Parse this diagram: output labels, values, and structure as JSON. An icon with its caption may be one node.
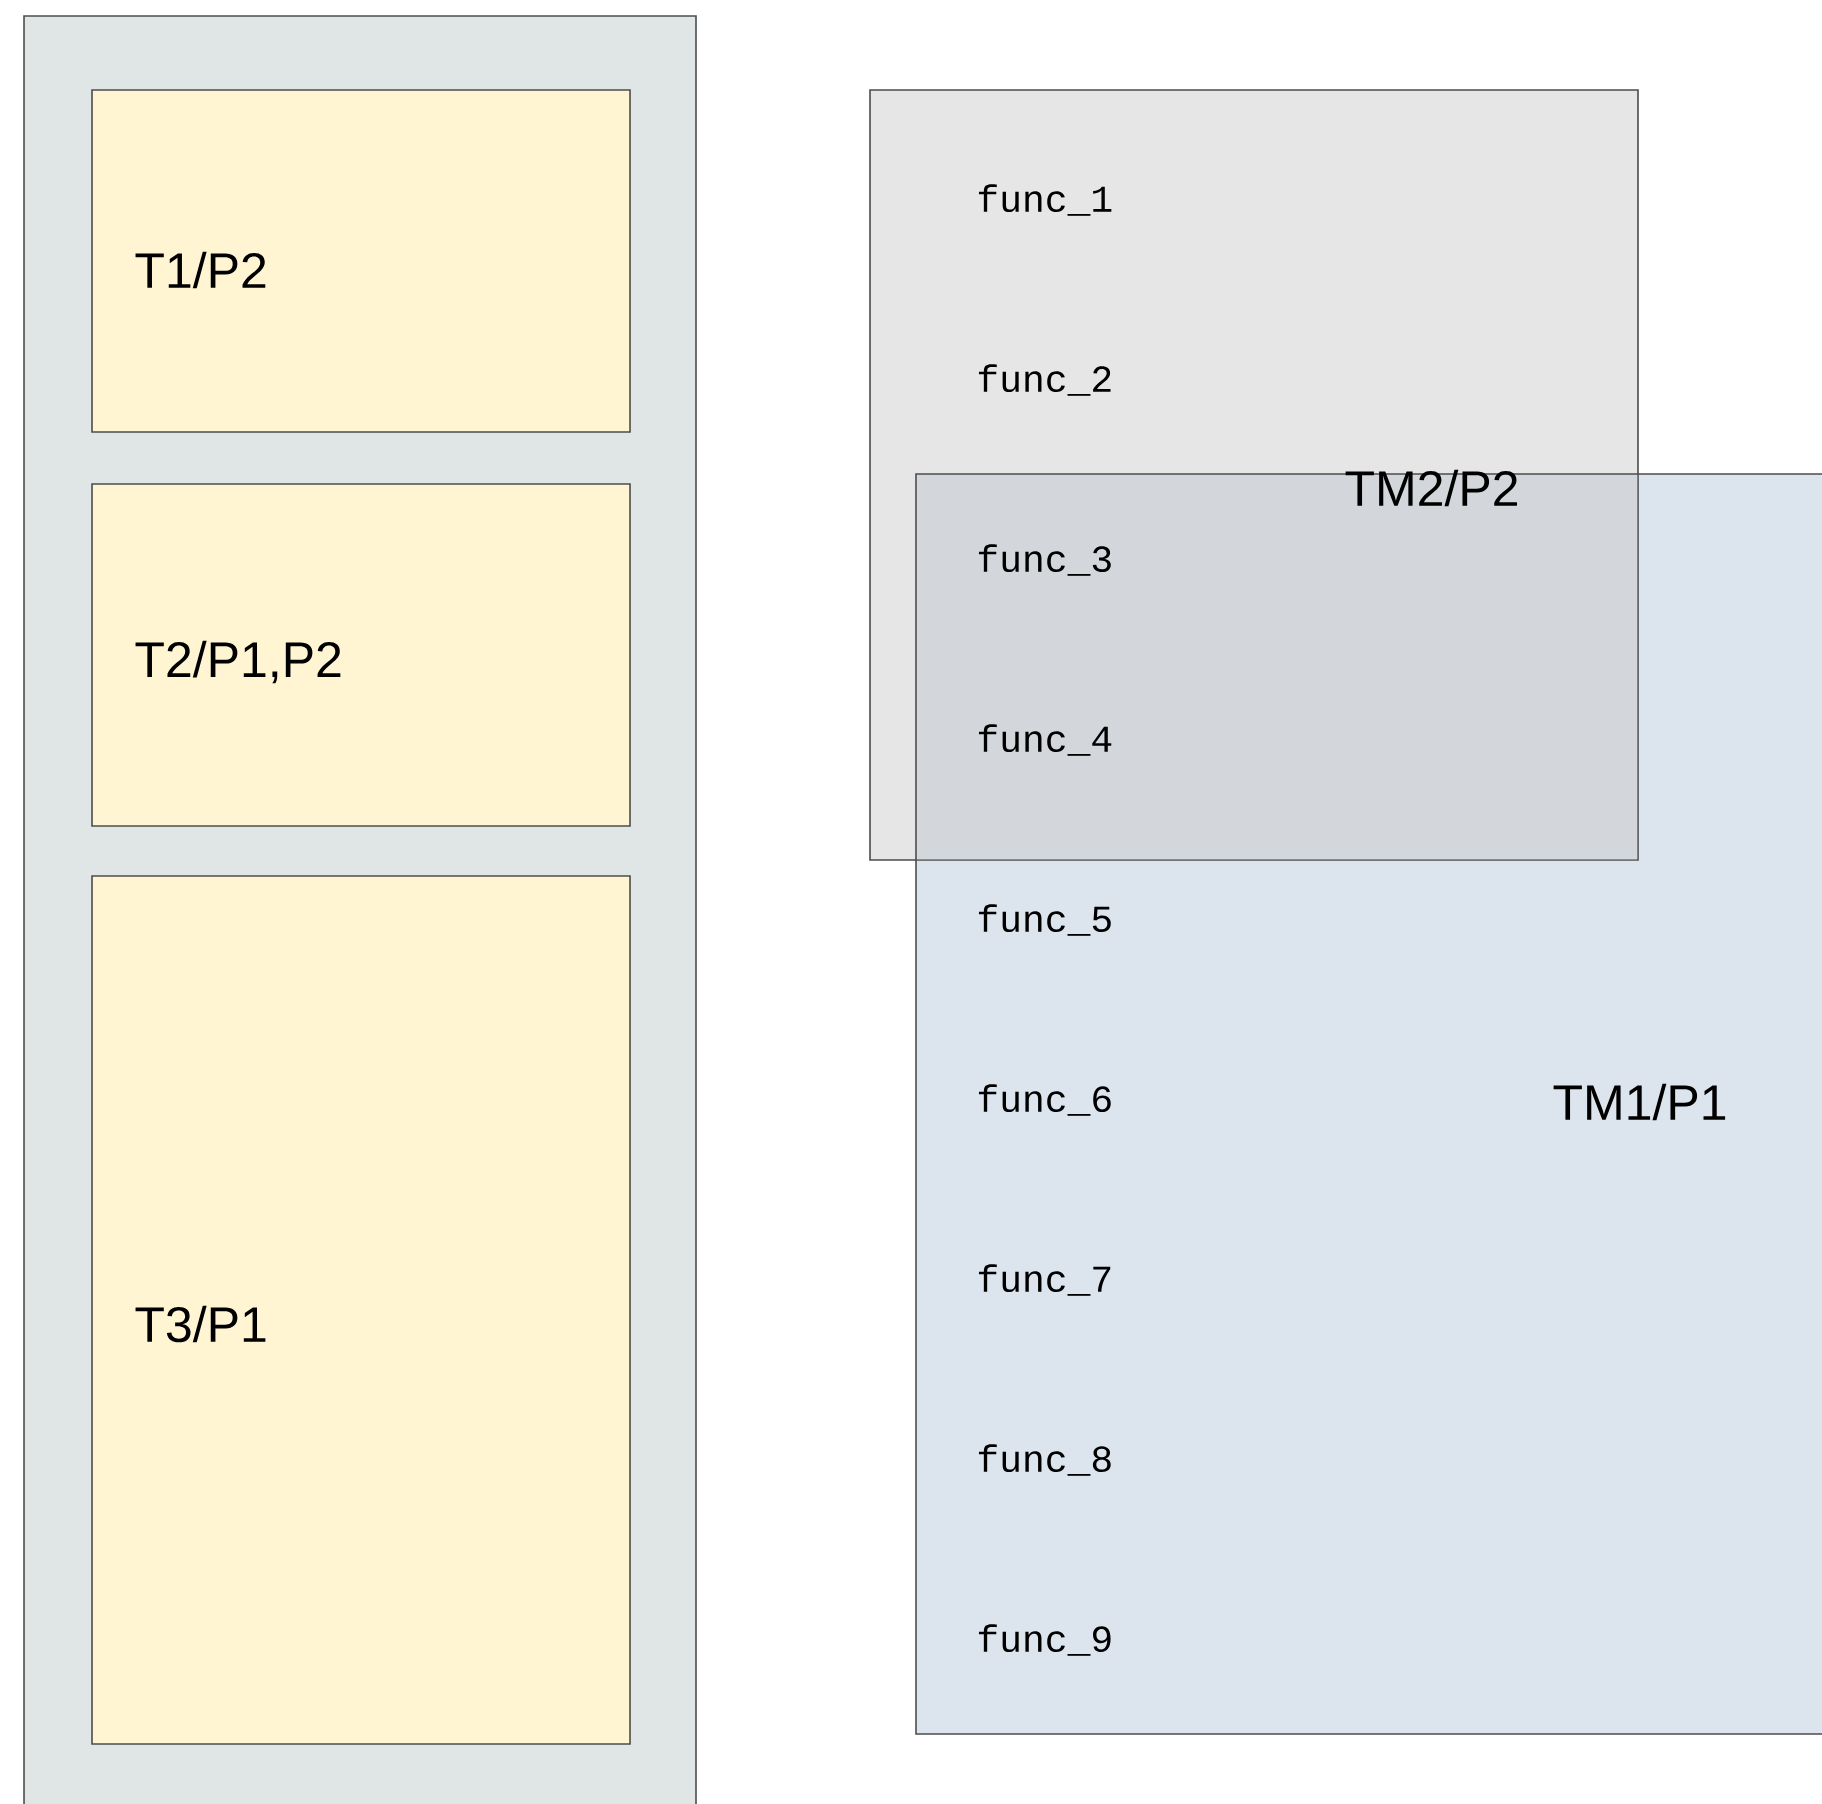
{
  "diagram": {
    "nodes": [
      {
        "text": [],
        "shape": "box"
      },
      {
        "text": [
          "T1/P2"
        ],
        "in": 0
      },
      {
        "text": [
          "T2/P1,P2"
        ],
        "in": 0
      },
      {
        "text": [
          "T3/P1"
        ],
        "in": 0
      },
      {
        "text": [
          "func_1",
          "func_2",
          "func_3",
          "func_4",
          "TM2/P2"
        ]
      },
      {
        "text": [
          "func_5",
          "func_6",
          "func_7",
          "func_8",
          "func_9",
          "TM1/P1"
        ]
      }
    ],
    "edges": []
  }
}
